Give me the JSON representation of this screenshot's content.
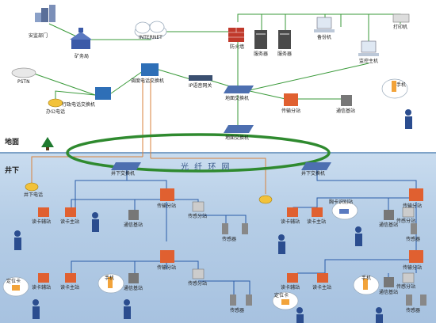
{
  "zones": {
    "ground": "地面",
    "underground": "井下"
  },
  "ring_label": "光 纤 环 网",
  "ground_nodes": {
    "safety_dept": "安监部门",
    "mining_bureau": "矿务局",
    "internet": "INTERNET",
    "firewall": "防火墙",
    "server1": "服务器",
    "server2": "服务器",
    "backup_pc": "备份机",
    "printer": "打印机",
    "monitor_host": "监控主机",
    "pstn": "PSTN",
    "dispatch_switch": "调度电话交换机",
    "admin_switch": "行政电话交换机",
    "office_phone": "办公电话",
    "ip_gateway": "IP语音网关",
    "ground_switch1": "地面交换机",
    "ground_switch2": "地面交换机",
    "transfer_station": "传输分站",
    "comm_base": "通信基站",
    "phone_bubble": "手机"
  },
  "underground_nodes": {
    "left_switch": "井下交换机",
    "right_switch": "井下交换机",
    "underground_phone": "井下电话",
    "reader_aux_1": "读卡辅站",
    "reader_main_1": "读卡主站",
    "comm_base_1": "通信基站",
    "transfer_1": "传输分站",
    "transmission_1": "传感分站",
    "sensor_1": "传感器",
    "transfer_2": "传输分站",
    "reader_aux_2": "读卡辅站",
    "reader_main_2": "读卡主站",
    "comm_base_2": "通信基站",
    "transmission_2": "传感分站",
    "sensor_2": "传感器",
    "locator_1": "定位卡",
    "phone_1": "手机",
    "reader_aux_r1": "读卡辅站",
    "reader_main_r1": "读卡主站",
    "comm_base_r1": "通信基站",
    "transfer_r1": "传输分站",
    "transmission_r1": "传感分站",
    "sensor_r1": "传感器",
    "identity_card": "胸卡识别站",
    "transfer_r2": "传输分站",
    "reader_aux_r2": "读卡辅站",
    "reader_main_r2": "读卡主站",
    "comm_base_r2": "通信基站",
    "transmission_r2": "传感分站",
    "sensor_r2": "传感器",
    "locator_2": "定位卡",
    "phone_2": "手机"
  },
  "colors": {
    "green_link": "#3a9a3a",
    "orange_link": "#d9823b",
    "blue_link": "#2a5ca8",
    "ring": "#2f8a2f",
    "station_orange": "#e06030"
  }
}
